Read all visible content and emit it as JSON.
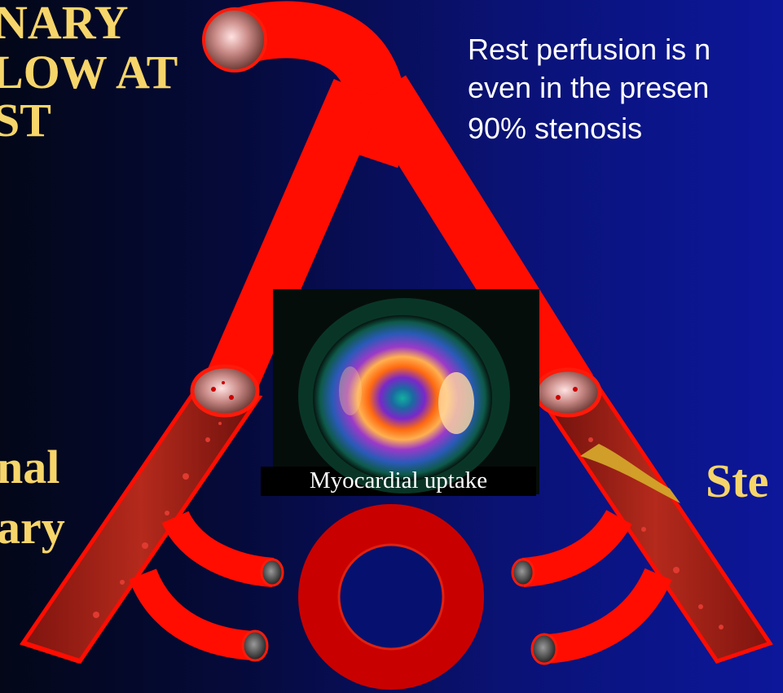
{
  "title": {
    "line1": "NARY",
    "line2": "LOW AT",
    "line3": "ST"
  },
  "note": {
    "line1": "Rest perfusion is n",
    "line2": "even in the presen",
    "line3": "90% stenosis"
  },
  "labels": {
    "left_line1": "nal",
    "left_line2": "ary",
    "right_line1": "Ste",
    "uptake": "Myocardial uptake"
  },
  "colors": {
    "vessel": "#ff0d00",
    "vessel_dark": "#b01a14",
    "title_text": "#f6d56a",
    "plaque": "#d4a52a",
    "background": "#0a1275"
  }
}
